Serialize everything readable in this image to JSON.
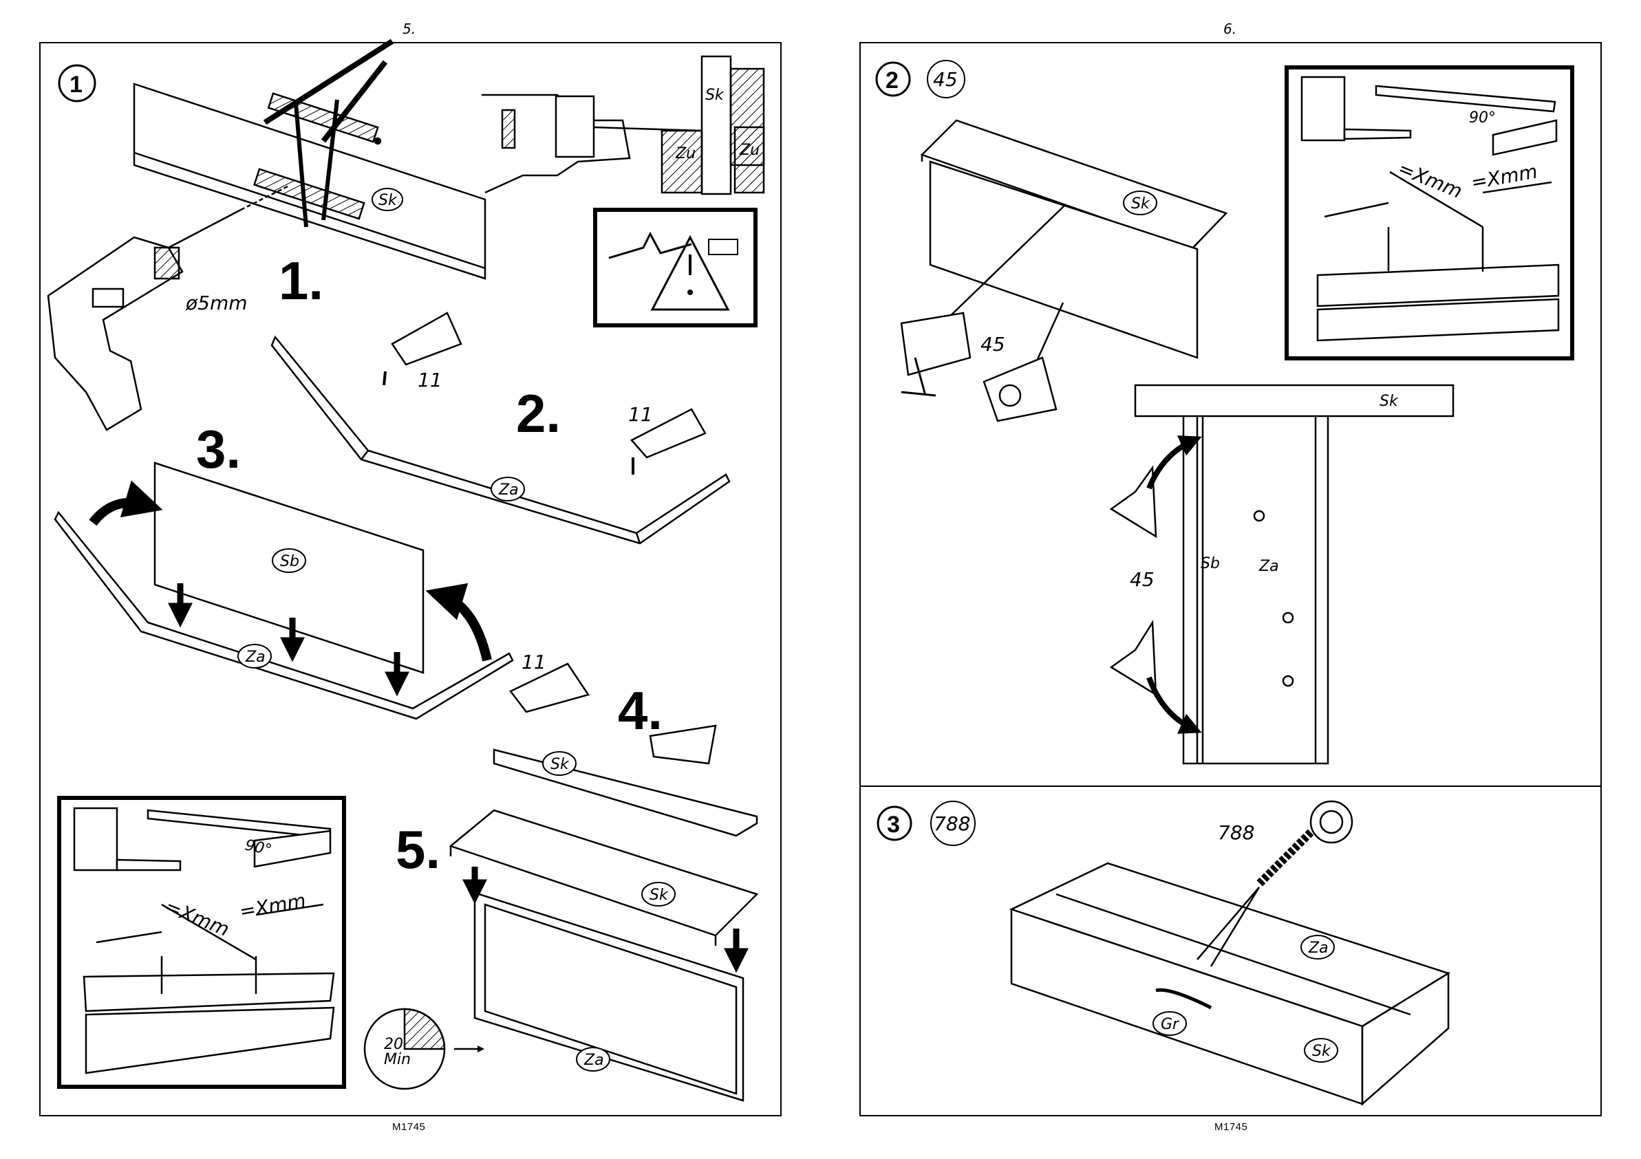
{
  "left_page": {
    "page_number": "5.",
    "footer_code": "M1745",
    "section": {
      "badge": "1",
      "drill_size": "ø5mm",
      "steps": [
        "1.",
        "2.",
        "3.",
        "4.",
        "5."
      ],
      "glue_labels": [
        "11",
        "11",
        "11"
      ],
      "part_labels": {
        "sk_top": "Sk",
        "za_2": "Za",
        "sb": "Sb",
        "za_3": "Za",
        "sk_4": "Sk",
        "sk_5": "Sk",
        "za_5": "Za",
        "zu_1": "Zu",
        "zu_2": "Zu",
        "sk_drill": "Sk"
      },
      "measure": {
        "left": "=Xmm",
        "right": "=Xmm",
        "angle": "90°"
      },
      "timer": {
        "value": "20",
        "unit": "Min"
      }
    }
  },
  "right_page": {
    "page_number": "6.",
    "footer_code": "M1745",
    "section_2": {
      "badge": "2",
      "hardware_badge": "45",
      "part_labels": {
        "sk_board": "Sk",
        "sk_side": "Sk",
        "sb": "Sb",
        "za": "Za"
      },
      "hardware_labels": [
        "45",
        "45"
      ],
      "measure": {
        "left": "=Xmm",
        "right": "=Xmm",
        "angle": "90°"
      }
    },
    "section_3": {
      "badge": "3",
      "hardware_badge": "788",
      "screw_label": "788",
      "part_labels": {
        "za": "Za",
        "gr": "Gr",
        "sk": "Sk"
      }
    }
  }
}
